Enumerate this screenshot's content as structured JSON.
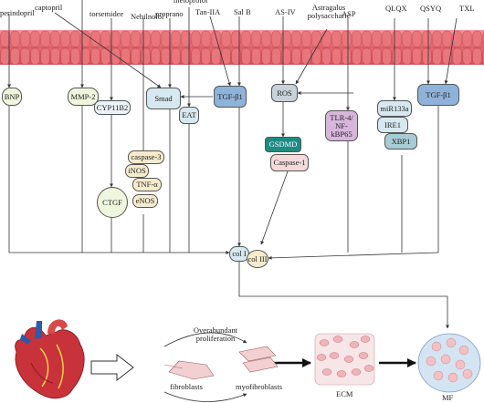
{
  "drugs": {
    "perindopril": "perindopril",
    "captopril": "captopril",
    "torsemidee": "torsemidee",
    "nebilnolol": "Nebilnolol",
    "proprano": "proprano",
    "metoprolol": "metoprolol",
    "tan_iia": "Tan-IIA",
    "sal_b": "Sal B",
    "as_iv": "AS-IV",
    "astragalus_1": "Astragalus",
    "astragalus_2": "polysaccharic",
    "asp": "ASP",
    "qlqx": "QLQX",
    "qsyq": "QSYQ",
    "txl": "TXL"
  },
  "nodes": {
    "bnp": "BNP",
    "mmp2": "MMP-2",
    "cyp11b2": "CYP11B2",
    "smad": "Smad",
    "tgfb1_a": "TGF-β1",
    "eat": "EAT",
    "ros": "ROS",
    "tlr4_1": "TLR-4/",
    "tlr4_2": "NF-",
    "tlr4_3": "kBP65",
    "mir133a": "miR133a",
    "ire1": "IRE1",
    "xbp1": "XBP1",
    "tgfb1_b": "TGF-β1",
    "caspase3": "caspase-3",
    "inos": "iNOS",
    "tnfa": "TNF-α",
    "enos": "eNOS",
    "ctgf": "CTGF",
    "gsdmd": "GSDMD",
    "caspase1": "Caspase-1",
    "col1": "col I",
    "col3": "col III"
  },
  "process": {
    "overabundant_1": "Overabundant",
    "overabundant_2": "proliferation",
    "fibroblasts": "fibroblasts",
    "myofibroblasts": "myofibroblasts",
    "ecm": "ECM",
    "mf": "MF"
  },
  "colors": {
    "membrane": "#e26a70",
    "membrane_dark": "#c94048",
    "green_node": "#eef6dd",
    "blue_node": "#d6e8f0",
    "tgf": "#8fb2d8",
    "purple": "#d8b6dc",
    "teal": "#1e8a84",
    "pink": "#f4dada",
    "yellow": "#f6eccd"
  }
}
